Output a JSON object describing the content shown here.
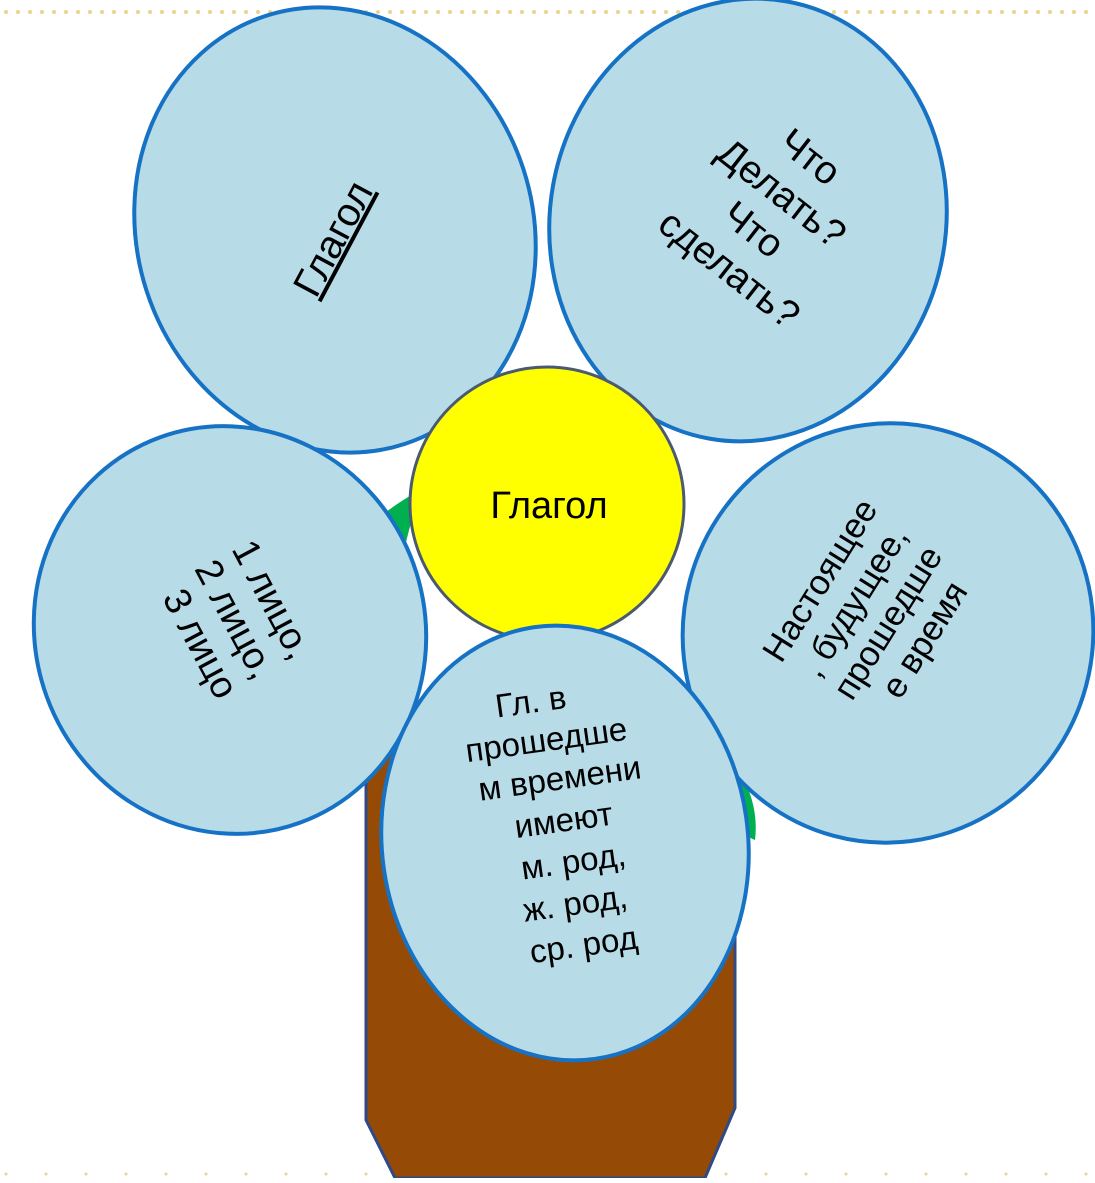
{
  "colors": {
    "petal_fill": "#b7dbe7",
    "petal_stroke": "#1672c4",
    "center_fill": "#ffff00",
    "center_stroke": "#4a5a70",
    "leaf": "#00b050",
    "pot_fill": "#954a05",
    "pot_stroke": "#2f4a86",
    "pot_band": "#fff4e6",
    "border_dots": "#e0c060"
  },
  "center": {
    "label": "Глагол"
  },
  "petals": {
    "top_left": {
      "lines": [
        "Глагол"
      ]
    },
    "top_right": {
      "lines": [
        "Что",
        "Делать?",
        "Что",
        "сделать?"
      ]
    },
    "left": {
      "lines": [
        "1 лицо,",
        "2 лицо,",
        "3 лицо"
      ]
    },
    "right": {
      "lines": [
        "Настоящее",
        ", будущее,",
        "прошедше",
        "е время"
      ]
    },
    "bottom": {
      "lines": [
        "Гл. в",
        "прошедше",
        "м времени",
        "имеют",
        "м. род,",
        "ж. род,",
        "ср. род"
      ]
    }
  }
}
